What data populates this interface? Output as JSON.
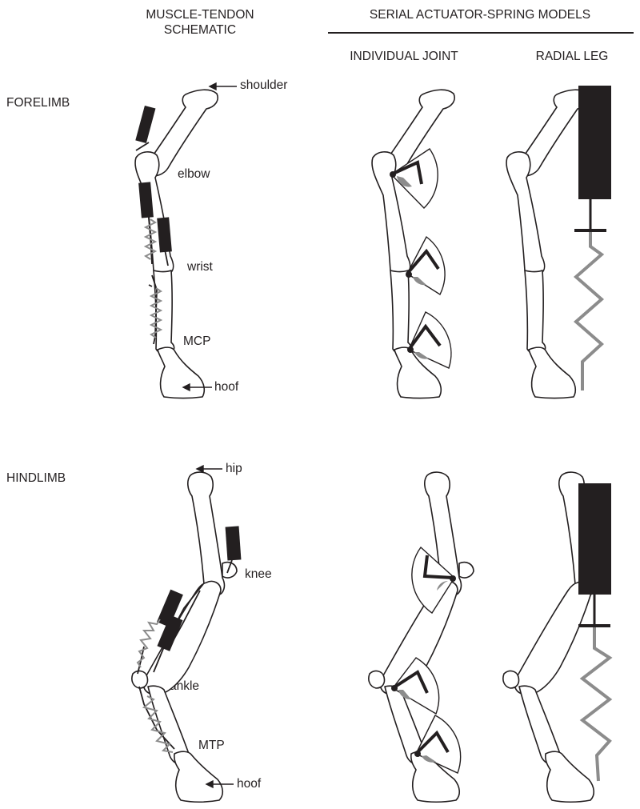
{
  "headers": {
    "schematic_line1": "MUSCLE-TENDON",
    "schematic_line2": "SCHEMATIC",
    "models": "SERIAL ACTUATOR-SPRING MODELS",
    "individual_joint": "INDIVIDUAL JOINT",
    "radial_leg": "RADIAL LEG"
  },
  "rows": {
    "forelimb": "FORELIMB",
    "hindlimb": "HINDLIMB"
  },
  "forelimb_labels": {
    "shoulder": "shoulder",
    "elbow": "elbow",
    "wrist": "wrist",
    "mcp": "MCP",
    "hoof": "hoof"
  },
  "hindlimb_labels": {
    "hip": "hip",
    "knee": "knee",
    "ankle": "ankle",
    "mtp": "MTP",
    "hoof": "hoof"
  },
  "colors": {
    "bone_outline": "#231f20",
    "actuator": "#231f20",
    "spring": "#8c8c8c",
    "background": "#ffffff"
  }
}
